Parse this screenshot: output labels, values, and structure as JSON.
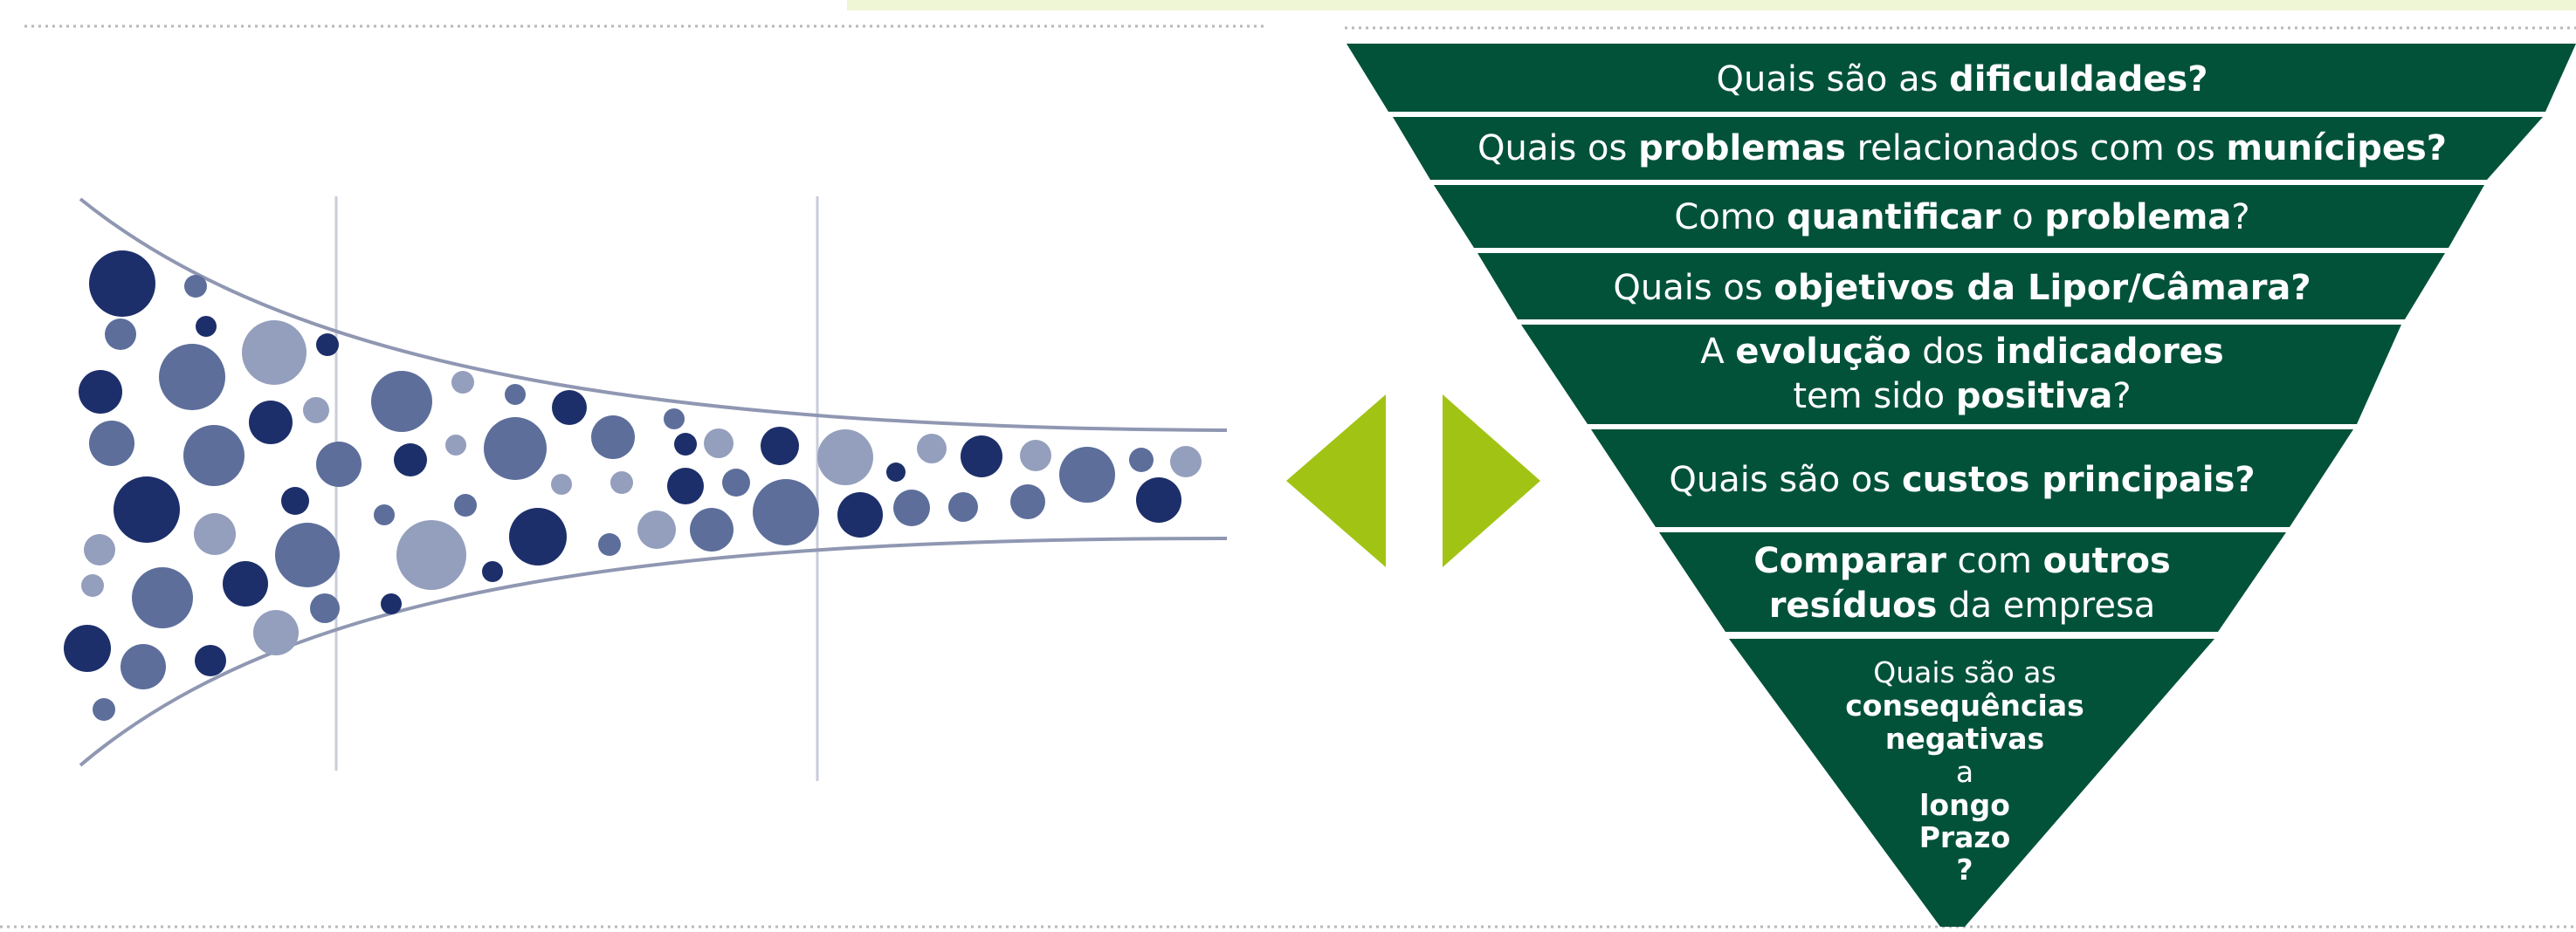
{
  "colors": {
    "funnel_green": "#02523a",
    "arrow_lime": "#a1c414",
    "bubble_dark": "#1d2f6a",
    "bubble_mid": "#5d6e9b",
    "bubble_light": "#949fbd",
    "funnel_line": "#8f97b2",
    "top_band": "#eef6d5"
  },
  "left_diagram": {
    "name": "bubble-funnel",
    "icon": "narrowing-funnel-with-bubbles"
  },
  "arrows": {
    "left": "triangle-left-icon",
    "right": "triangle-right-icon"
  },
  "questions": [
    {
      "id": "q1",
      "parts": [
        [
          "Quais são as ",
          false
        ],
        [
          "dificuldades?",
          true
        ]
      ]
    },
    {
      "id": "q2",
      "parts": [
        [
          "Quais os ",
          false
        ],
        [
          "problemas",
          true
        ],
        [
          " relacionados com os ",
          false
        ],
        [
          "munícipes?",
          true
        ]
      ]
    },
    {
      "id": "q3",
      "parts": [
        [
          "Como ",
          false
        ],
        [
          "quantificar",
          true
        ],
        [
          " o ",
          false
        ],
        [
          "problema",
          true
        ],
        [
          "?",
          false
        ]
      ]
    },
    {
      "id": "q4",
      "parts": [
        [
          "Quais os ",
          false
        ],
        [
          "objetivos da Lipor/Câmara?",
          true
        ]
      ]
    },
    {
      "id": "q5a",
      "parts": [
        [
          "A ",
          false
        ],
        [
          "evolução",
          true
        ],
        [
          " dos ",
          false
        ],
        [
          "indicadores",
          true
        ]
      ]
    },
    {
      "id": "q5b",
      "parts": [
        [
          "tem sido ",
          false
        ],
        [
          "positiva",
          true
        ],
        [
          "?",
          false
        ]
      ]
    },
    {
      "id": "q6",
      "parts": [
        [
          "Quais são os ",
          false
        ],
        [
          "custos principais?",
          true
        ]
      ]
    },
    {
      "id": "q7a",
      "parts": [
        [
          "Comparar",
          true
        ],
        [
          " com ",
          false
        ],
        [
          "outros",
          true
        ]
      ]
    },
    {
      "id": "q7b",
      "parts": [
        [
          "resíduos",
          true
        ],
        [
          " da empresa",
          false
        ]
      ]
    },
    {
      "id": "q8a",
      "parts": [
        [
          "Quais são as",
          false
        ]
      ]
    },
    {
      "id": "q8b",
      "parts": [
        [
          "consequências",
          true
        ]
      ]
    },
    {
      "id": "q8c",
      "parts": [
        [
          "negativas",
          true
        ]
      ]
    },
    {
      "id": "q8d",
      "parts": [
        [
          "a",
          false
        ]
      ]
    },
    {
      "id": "q8e",
      "parts": [
        [
          "longo",
          true
        ]
      ]
    },
    {
      "id": "q8f",
      "parts": [
        [
          "Prazo",
          true
        ]
      ]
    },
    {
      "id": "q8g",
      "parts": [
        [
          "?",
          true
        ]
      ]
    }
  ]
}
